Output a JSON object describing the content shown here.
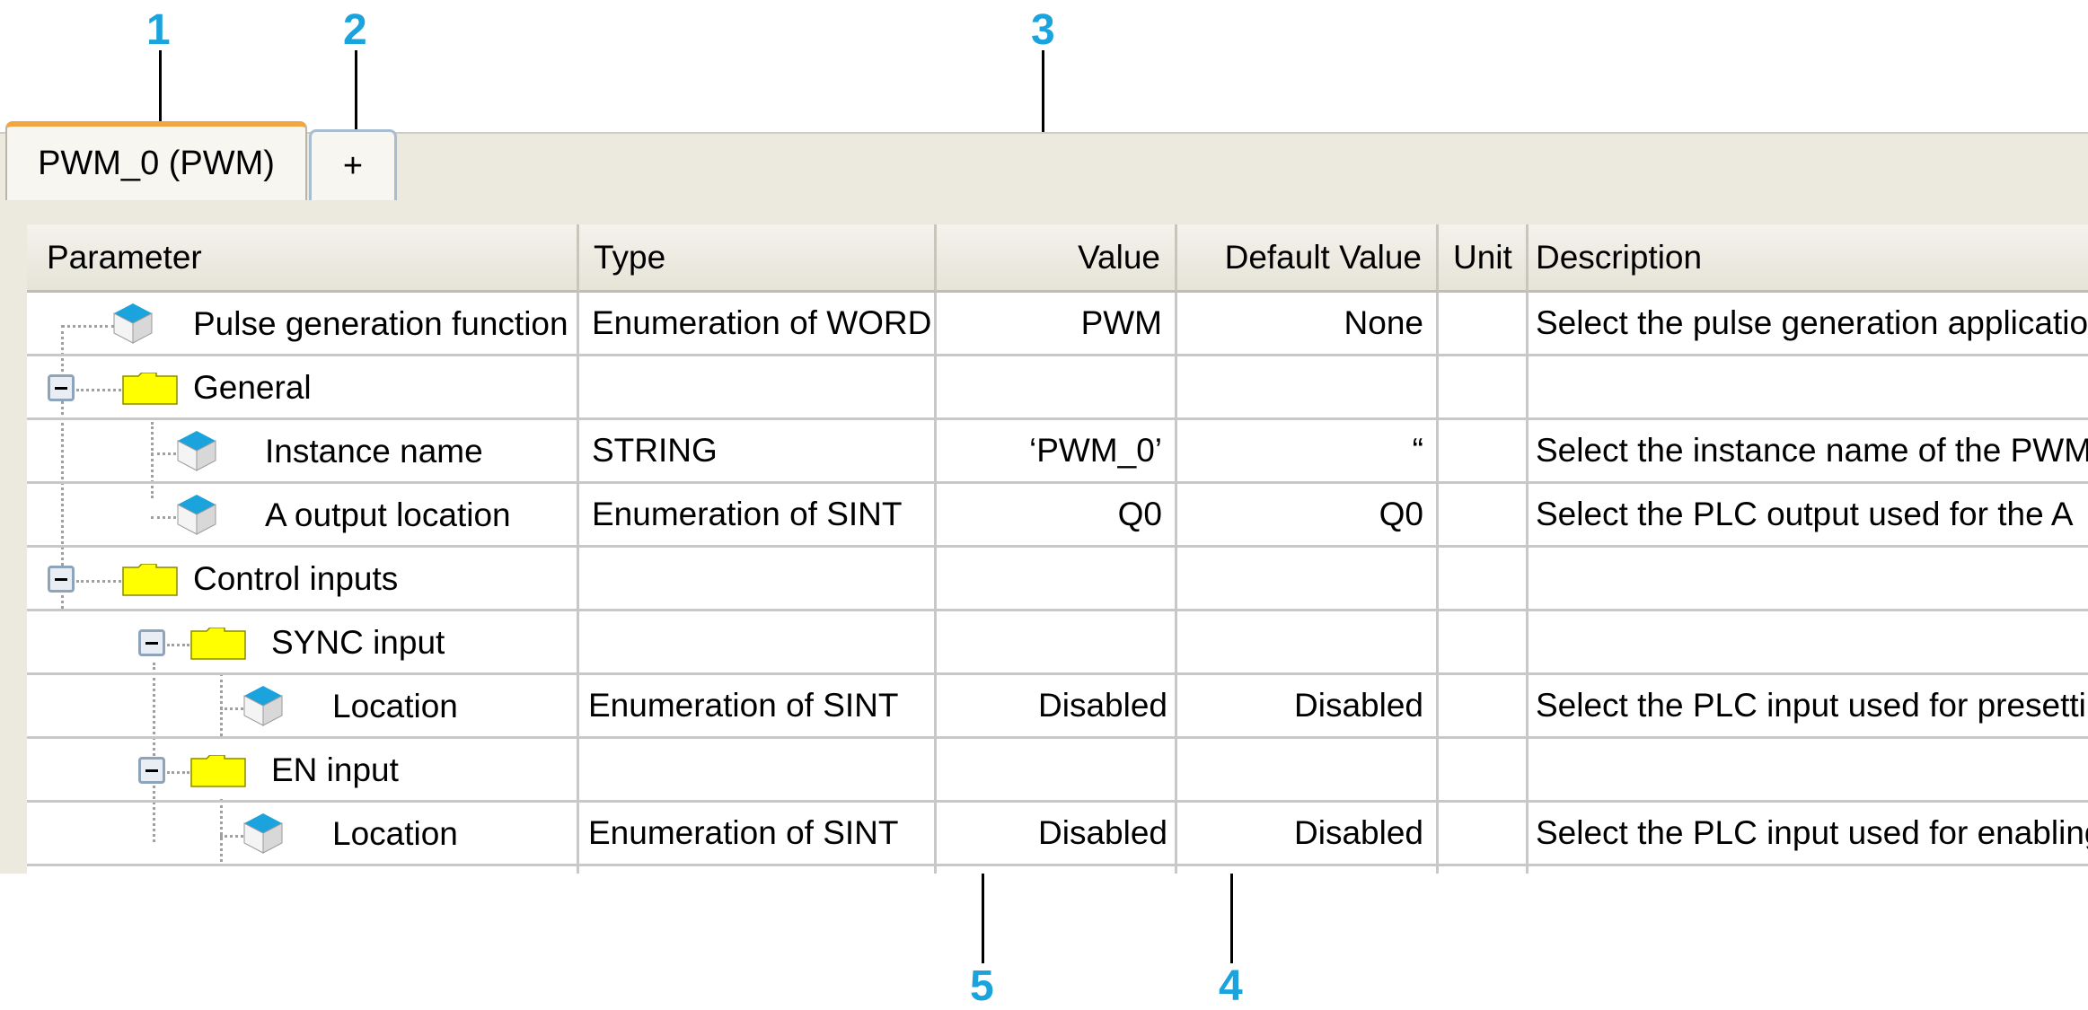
{
  "callouts": [
    "1",
    "2",
    "3",
    "4",
    "5"
  ],
  "tabs": [
    {
      "label": "PWM_0 (PWM)",
      "active": true
    },
    {
      "label": "+",
      "active": false
    }
  ],
  "columns": [
    "Parameter",
    "Type",
    "Value",
    "Default Value",
    "Unit",
    "Description"
  ],
  "rows": [
    {
      "parameter": "Pulse generation function",
      "kind": "parameter",
      "level": 0,
      "type": "Enumeration of WORD",
      "value": "PWM",
      "default": "None",
      "unit": "",
      "description": "Select the pulse generation application"
    },
    {
      "parameter": "General",
      "kind": "folder",
      "level": 0,
      "expanded": true,
      "type": "",
      "value": "",
      "default": "",
      "unit": "",
      "description": ""
    },
    {
      "parameter": "Instance name",
      "kind": "parameter",
      "level": 1,
      "type": "STRING",
      "value": "‘PWM_0’",
      "default": "“",
      "unit": "",
      "description": "Select the instance name of the PWM"
    },
    {
      "parameter": "A output location",
      "kind": "parameter",
      "level": 1,
      "type": "Enumeration of SINT",
      "value": "Q0",
      "default": "Q0",
      "unit": "",
      "description": "Select the PLC output used for the A"
    },
    {
      "parameter": "Control inputs",
      "kind": "folder",
      "level": 0,
      "expanded": true,
      "type": "",
      "value": "",
      "default": "",
      "unit": "",
      "description": ""
    },
    {
      "parameter": "SYNC input",
      "kind": "folder",
      "level": 1,
      "expanded": true,
      "type": "",
      "value": "",
      "default": "",
      "unit": "",
      "description": ""
    },
    {
      "parameter": "Location",
      "kind": "parameter",
      "level": 2,
      "type": "Enumeration of SINT",
      "value": "Disabled",
      "default": "Disabled",
      "unit": "",
      "description": "Select the PLC input used for presettin"
    },
    {
      "parameter": "EN input",
      "kind": "folder",
      "level": 1,
      "expanded": true,
      "type": "",
      "value": "",
      "default": "",
      "unit": "",
      "description": ""
    },
    {
      "parameter": "Location",
      "kind": "parameter",
      "level": 2,
      "type": "Enumeration of SINT",
      "value": "Disabled",
      "default": "Disabled",
      "unit": "",
      "description": "Select the PLC input used for enabling"
    }
  ],
  "icons": {
    "parameter": "cube-icon",
    "folder": "folder-icon",
    "collapse": "collapse-icon"
  },
  "colors": {
    "callout": "#1aa3dc",
    "active_tab_accent": "#f2a540",
    "folder": "#ffff00",
    "cube": "#1aa3dc"
  }
}
